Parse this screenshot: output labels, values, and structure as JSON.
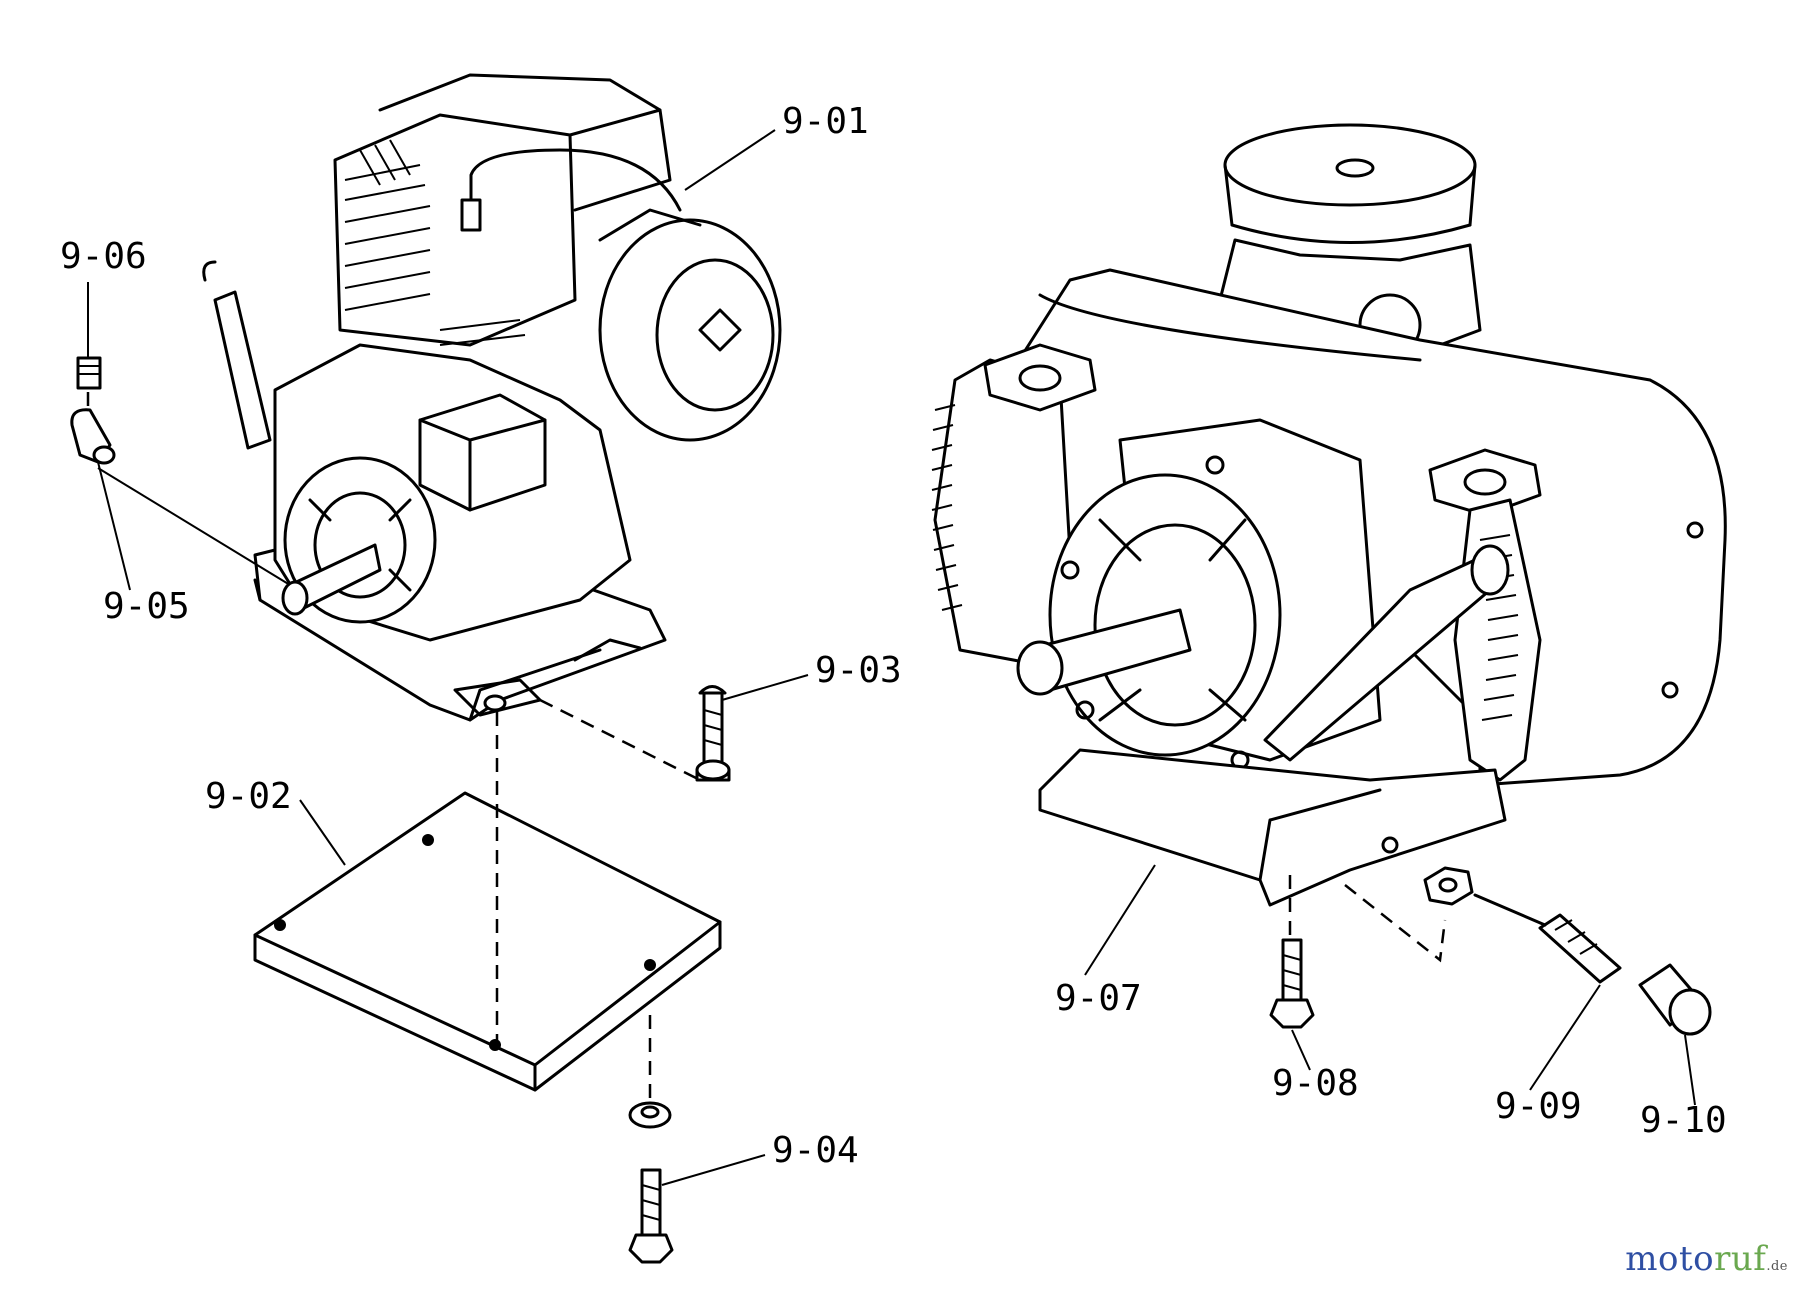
{
  "callouts": [
    {
      "id": "9-01",
      "label": "9-01"
    },
    {
      "id": "9-02",
      "label": "9-02"
    },
    {
      "id": "9-03",
      "label": "9-03"
    },
    {
      "id": "9-04",
      "label": "9-04"
    },
    {
      "id": "9-05",
      "label": "9-05"
    },
    {
      "id": "9-06",
      "label": "9-06"
    },
    {
      "id": "9-07",
      "label": "9-07"
    },
    {
      "id": "9-08",
      "label": "9-08"
    },
    {
      "id": "9-09",
      "label": "9-09"
    },
    {
      "id": "9-10",
      "label": "9-10"
    }
  ],
  "watermark": {
    "part1": "moto",
    "part2": "ruf",
    "tld": ".de"
  },
  "colors": {
    "line": "#000000",
    "background": "#ffffff",
    "logo_blue": "#2f4fa3",
    "logo_green": "#6aa84f"
  }
}
